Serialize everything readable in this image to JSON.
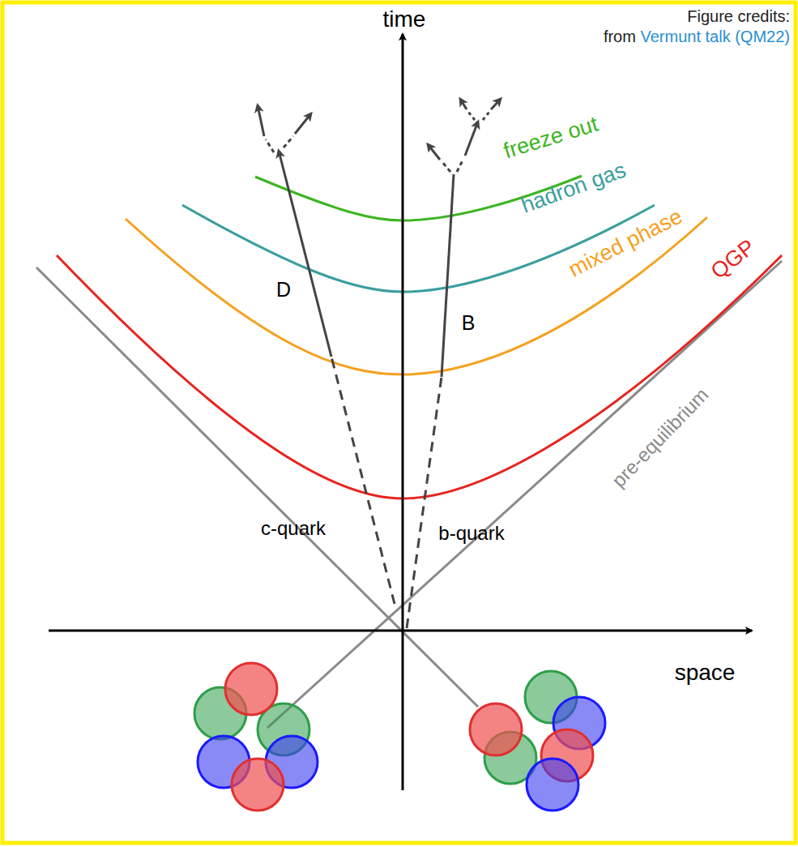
{
  "diagram": {
    "labels": [
      "Figure credits:",
      "from",
      "Vermunt talk (QM22)",
      "time",
      "freeze out",
      "hadron gas",
      "mixed phase",
      "QGP",
      "D",
      "B",
      "pre-equilibrium",
      "c-quark",
      "b-quark",
      "space"
    ]
  }
}
